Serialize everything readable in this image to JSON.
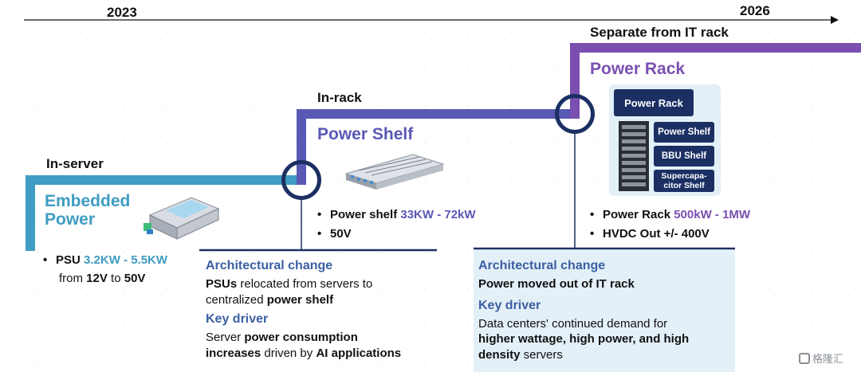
{
  "timeline": {
    "start_year": "2023",
    "end_year": "2026"
  },
  "stages": {
    "in_server": {
      "label": "In-server",
      "title_line1": "Embedded",
      "title_line2": "Power",
      "bullet_prefix": "PSU ",
      "bullet_value": "3.2KW - 5.5KW",
      "bullet_line2_prefix": "from ",
      "bullet_line2_a": "12V",
      "bullet_line2_mid": " to ",
      "bullet_line2_b": "50V"
    },
    "in_rack": {
      "label": "In-rack",
      "title": "Power Shelf",
      "bullet1_prefix": "Power shelf ",
      "bullet1_value": "33KW - 72kW",
      "bullet2": "50V"
    },
    "separate": {
      "label": "Separate from IT rack",
      "title": "Power Rack",
      "bullet1_prefix": "Power Rack ",
      "bullet1_value": "500kW - 1MW",
      "bullet2": "HVDC Out +/- 400V",
      "rack_boxes": {
        "top": "Power Rack",
        "shelf": "Power Shelf",
        "bbu": "BBU Shelf",
        "supercap_1": "Supercapa-",
        "supercap_2": "citor Shelf"
      }
    }
  },
  "panels": {
    "middle": {
      "arch_heading": "Architectural change",
      "arch_b1": "PSUs",
      "arch_t1": " relocated from servers to",
      "arch_t2": "centralized ",
      "arch_b2": "power shelf",
      "driver_heading": "Key driver",
      "driver_t1": "Server ",
      "driver_b1": "power consumption",
      "driver_b2": "increases",
      "driver_t2": " driven by ",
      "driver_b3": "AI applications"
    },
    "right": {
      "arch_heading": "Architectural change",
      "arch_text": "Power moved out of IT rack",
      "driver_heading": "Key driver",
      "driver_t1": "Data centers' continued demand  for",
      "driver_b1": "higher wattage, high power, and high",
      "driver_b2": "density",
      "driver_t2": " servers"
    }
  },
  "watermark": "格隆汇",
  "colors": {
    "teal": "#3f9cc2",
    "indigo": "#5a58b5",
    "purple": "#7a4fb0",
    "navy": "#1b2f63",
    "panel_bg": "#e3f0f8"
  }
}
